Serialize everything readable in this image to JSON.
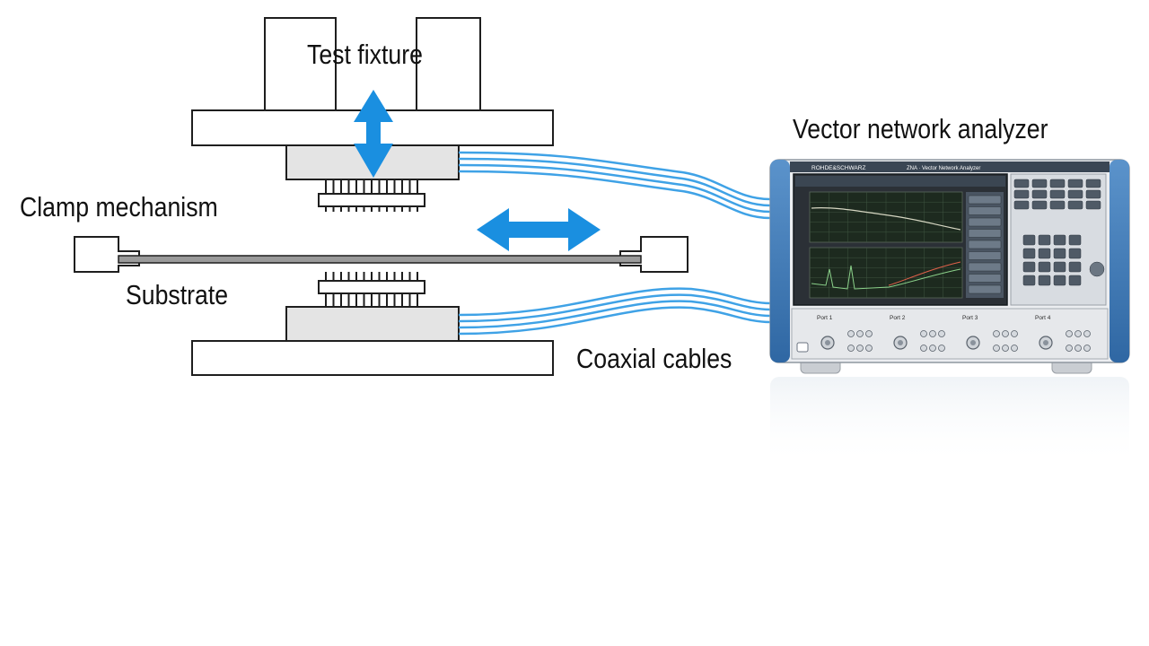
{
  "labels": {
    "test_fixture": "Test fixture",
    "clamp_mechanism": "Clamp mechanism",
    "substrate": "Substrate",
    "coaxial_cables": "Coaxial cables",
    "vector_network_analyzer": "Vector network analyzer"
  },
  "analyzer": {
    "brand": "ROHDE&SCHWARZ",
    "model": "ZNA · Vector Network Analyzer",
    "ports": [
      "Port 1",
      "Port 2",
      "Port 3",
      "Port 4"
    ]
  },
  "colors": {
    "arrow": "#1a8fe0",
    "cable": "#3fa2e6",
    "fixture_gray": "#e4e4e4",
    "analyzer_blue": "#3d78b4"
  }
}
